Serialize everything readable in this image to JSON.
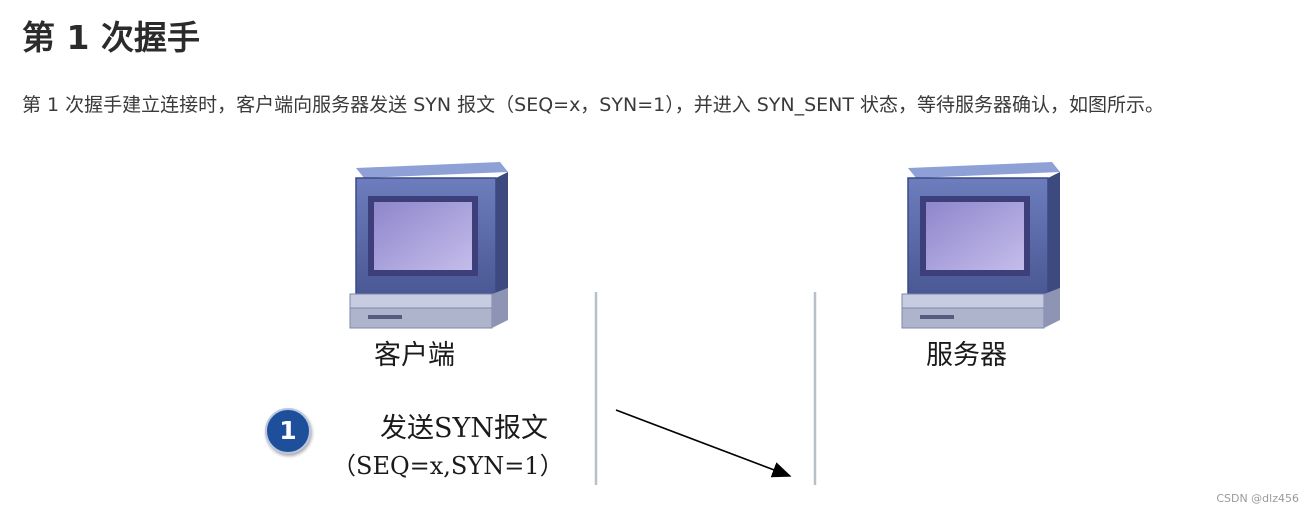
{
  "heading": {
    "title": "第 1 次握手"
  },
  "body": {
    "paragraph": "第 1 次握手建立连接时，客户端向服务器发送 SYN 报文（SEQ=x，SYN=1），并进入 SYN_SENT 状态，等待服务器确认，如图所示。"
  },
  "figure": {
    "client_label": "客户端",
    "server_label": "服务器",
    "step_number": "1",
    "step_text": "发送SYN报文",
    "step_params": "（SEQ=x,SYN=1）",
    "icons": [
      "computer-icon",
      "computer-icon"
    ],
    "colors": {
      "monitor_body": "#5a6ba8",
      "screen": "#a39bd8",
      "badge": "#1d4f9a",
      "arrow": "#000000"
    }
  },
  "footer": {
    "watermark": "CSDN @dlz456"
  }
}
